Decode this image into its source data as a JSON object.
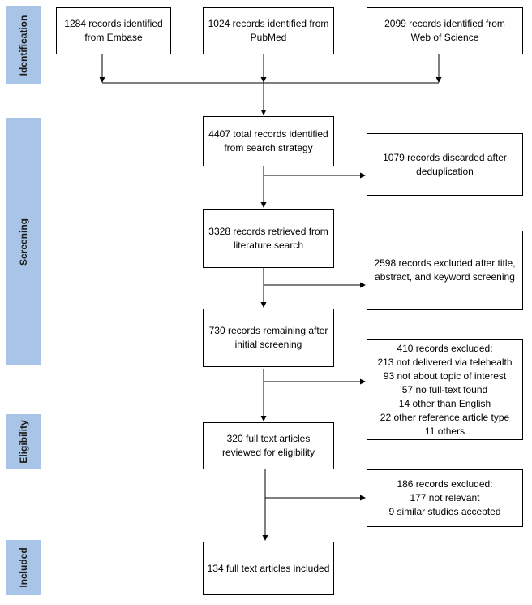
{
  "phases": {
    "identification": "Identification",
    "screening": "Screening",
    "eligibility": "Eligibility",
    "included": "Included"
  },
  "boxes": {
    "embase": [
      "1284 records identified",
      "from Embase"
    ],
    "pubmed": [
      "1024 records identified from",
      "PubMed"
    ],
    "wos": [
      "2099 records identified from",
      "Web of Science"
    ],
    "total": [
      "4407 total records identified",
      "from search strategy"
    ],
    "dedup": [
      "1079 records discarded after",
      "deduplication"
    ],
    "retrieved": [
      "3328 records retrieved from",
      "literature search"
    ],
    "title_excluded": [
      "2598 records excluded after title,",
      "abstract, and keyword screening"
    ],
    "remaining": [
      "730 records remaining after",
      "initial screening"
    ],
    "excluded_410": [
      "410 records excluded:",
      "213 not delivered via telehealth",
      "93 not about topic of interest",
      "57 no full-text found",
      "14 other than English",
      "22 other reference article type",
      "11 others"
    ],
    "fulltext": [
      "320 full text articles",
      "reviewed for eligibility"
    ],
    "excluded_186": [
      "186 records excluded:",
      "177 not relevant",
      "9 similar studies accepted"
    ],
    "included": [
      "134 full text articles included"
    ]
  }
}
